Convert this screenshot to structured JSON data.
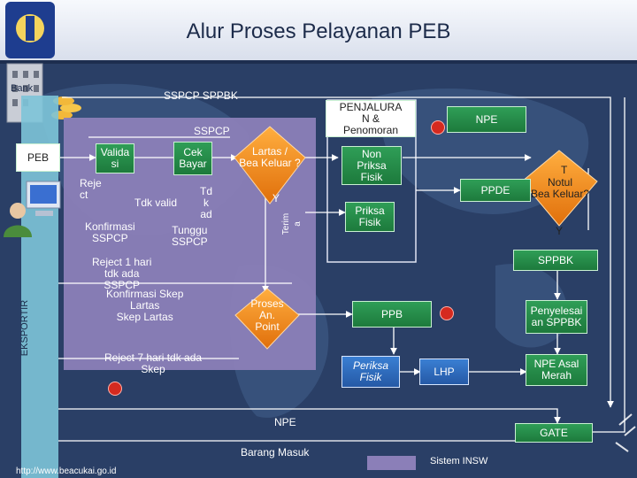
{
  "title": "Alur Proses Pelayanan PEB",
  "labels": {
    "bank": "Bank",
    "sspcp_sppbk": "SSPCP SPPBK",
    "penjaluran": "PENJALURA\nN &\nPenomoran",
    "npe_top": "NPE",
    "sspcp": "SSPCP",
    "peb": "PEB",
    "valida": "Valida\nsi",
    "cek_bayar": "Cek\nBayar",
    "lartas": "Lartas /\nBea Keluar ?",
    "non_priksa": "Non\nPriksa\nFisik",
    "t_notul": "T",
    "notul": "Notul\nBea Keluar?",
    "reject": "Reje\nct",
    "tdk_valid": "Tdk valid",
    "td_k_ad": "Td\nk\nad",
    "y_left": "Y",
    "terim": "Terim\na",
    "ppde": "PPDE",
    "priksa_fisik": "Priksa\nFisik",
    "y_right": "Y",
    "konfirmasi": "Konfirmasi\nSSPCP",
    "tunggu": "Tunggu\nSSPCP",
    "sppbk": "SPPBK",
    "reject1": "Reject 1 hari\ntdk ada\nSSPCP",
    "konfirmasi_skep": "Konfirmasi Skep\nLartas\nSkep Lartas",
    "eksportir": "EKSPORTIR",
    "proses": "Proses\nAn.\nPoint",
    "ppb": "PPB",
    "penyelesaian": "Penyelesai\nan SPPBK",
    "reject7": "Reject 7 hari tdk ada\nSkep",
    "periksa": "Periksa\nFisik",
    "lhp": "LHP",
    "npe_merah": "NPE Asal\nMerah",
    "npe_bottom": "NPE",
    "gate": "GATE",
    "barang_masuk": "Barang Masuk",
    "url": "http://www.beacukai.go.id",
    "sistem_insw": "Sistem INSW"
  },
  "colors": {
    "background": "#2a3f66",
    "header": "#e8ecf5",
    "box_green": "#2a9050",
    "box_blue": "#2d6bbf",
    "diamond": "#f08a16",
    "lilac": "#8b7fb8",
    "red_dot": "#d52a1f"
  }
}
